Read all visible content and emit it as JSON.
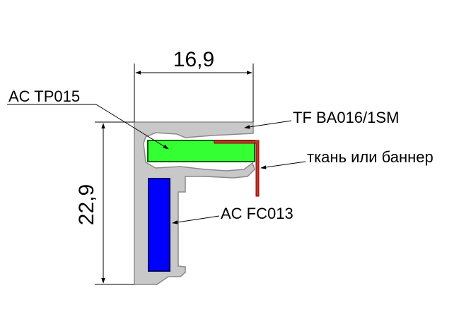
{
  "dimensions": {
    "width_label": "16,9",
    "height_label": "22,9"
  },
  "callouts": {
    "ac_tp015": "AC TP015",
    "tf_ba016": "TF BA016/1SM",
    "fabric": "ткань или баннер",
    "ac_fc013": "AC FC013"
  },
  "colors": {
    "profile": "#c8c8c8",
    "profile_outline": "#8a8a8a",
    "green_insert": "#33ff33",
    "blue_insert": "#0000ff",
    "fabric_line": "#c0392b",
    "lines": "#000000"
  }
}
